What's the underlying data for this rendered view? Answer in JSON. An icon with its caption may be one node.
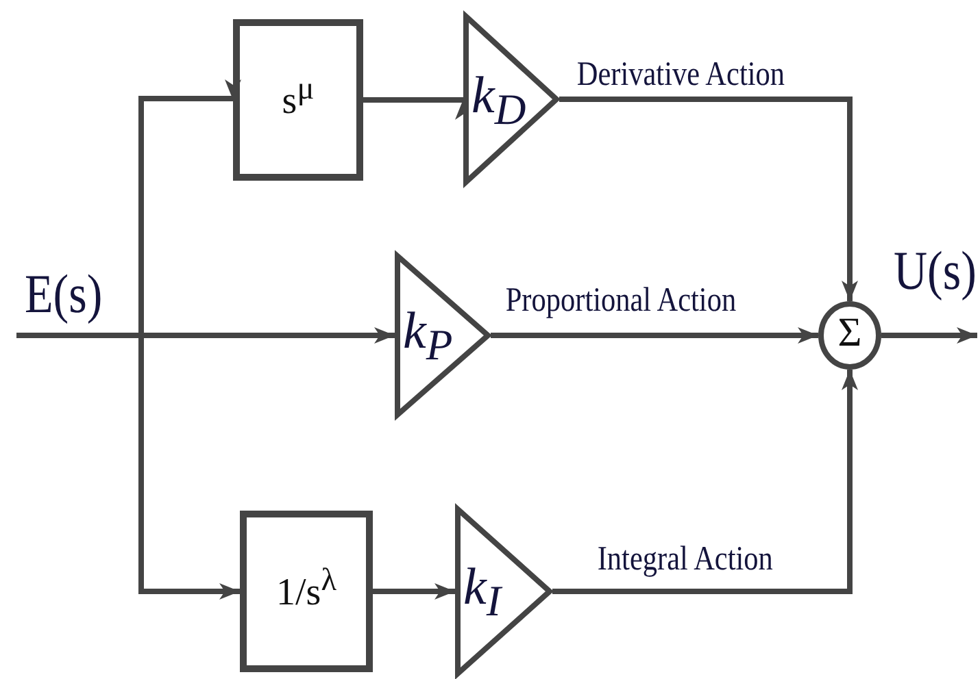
{
  "diagram": {
    "nodes": [
      {
        "text": [
          "E(s)"
        ]
      },
      {
        "text": [
          "s$^{μ}$"
        ]
      },
      {
        "text": [
          "k$_{D}$"
        ]
      },
      {
        "text": [
          "k$_{P}$"
        ]
      },
      {
        "text": [
          "1/s$^{λ}$"
        ]
      },
      {
        "text": [
          "k$_{I}$"
        ]
      },
      {
        "text": [
          "Σ"
        ]
      },
      {
        "text": [
          "U(s)"
        ]
      }
    ],
    "edges": [
      {
        "from": 0,
        "to": 1,
        "arrow": "to"
      },
      {
        "from": 0,
        "to": 3,
        "arrow": "to"
      },
      {
        "from": 0,
        "to": 4,
        "arrow": "to"
      },
      {
        "from": 1,
        "to": 2,
        "arrow": "to"
      },
      {
        "from": 2,
        "to": 6,
        "arrow": "to",
        "label": "Derivative Action"
      },
      {
        "from": 3,
        "to": 6,
        "arrow": "to",
        "label": "Proportional Action"
      },
      {
        "from": 4,
        "to": 5,
        "arrow": "to"
      },
      {
        "from": 5,
        "to": 6,
        "arrow": "to",
        "label": "Integral Action"
      },
      {
        "from": 6,
        "to": 7,
        "arrow": "to"
      }
    ]
  }
}
